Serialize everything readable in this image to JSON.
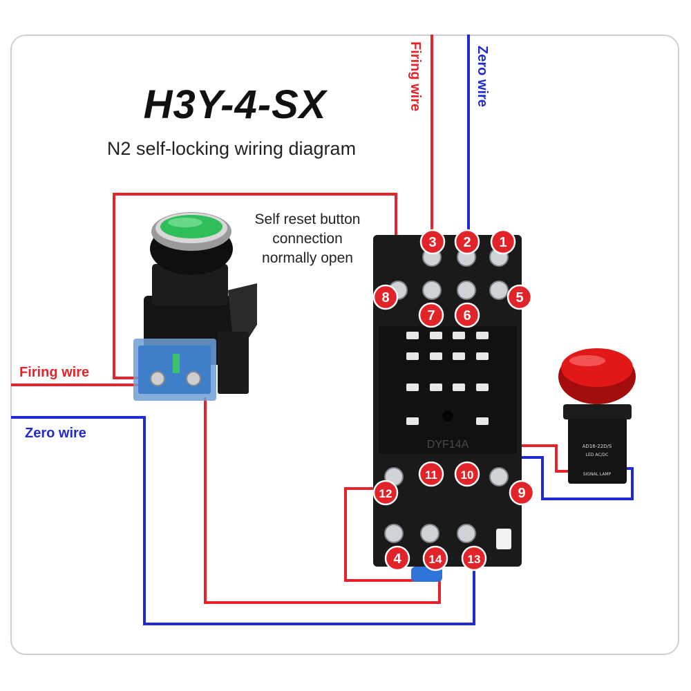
{
  "title": "H3Y-4-SX",
  "subtitle": "N2 self-locking wiring diagram",
  "button_note": [
    "Self reset button",
    "connection",
    "normally open"
  ],
  "labels": {
    "firing_wire": "Firing wire",
    "zero_wire": "Zero wire"
  },
  "relay_base_marking": "DYF14A",
  "lamp_marking": [
    "AD16-22D/S",
    "LED AC/DC",
    "SIGNAL LAMP"
  ],
  "terminals": [
    "1",
    "2",
    "3",
    "4",
    "5",
    "6",
    "7",
    "8",
    "9",
    "10",
    "11",
    "12",
    "13",
    "14"
  ],
  "colors": {
    "firing_wire": "#e8222a",
    "zero_wire": "#1f2bd1",
    "terminal_badge": "#e0242a",
    "button_cap": "#2fbe5a",
    "lamp_lens": "#e01818",
    "relay_base": "#1a1a1a"
  }
}
